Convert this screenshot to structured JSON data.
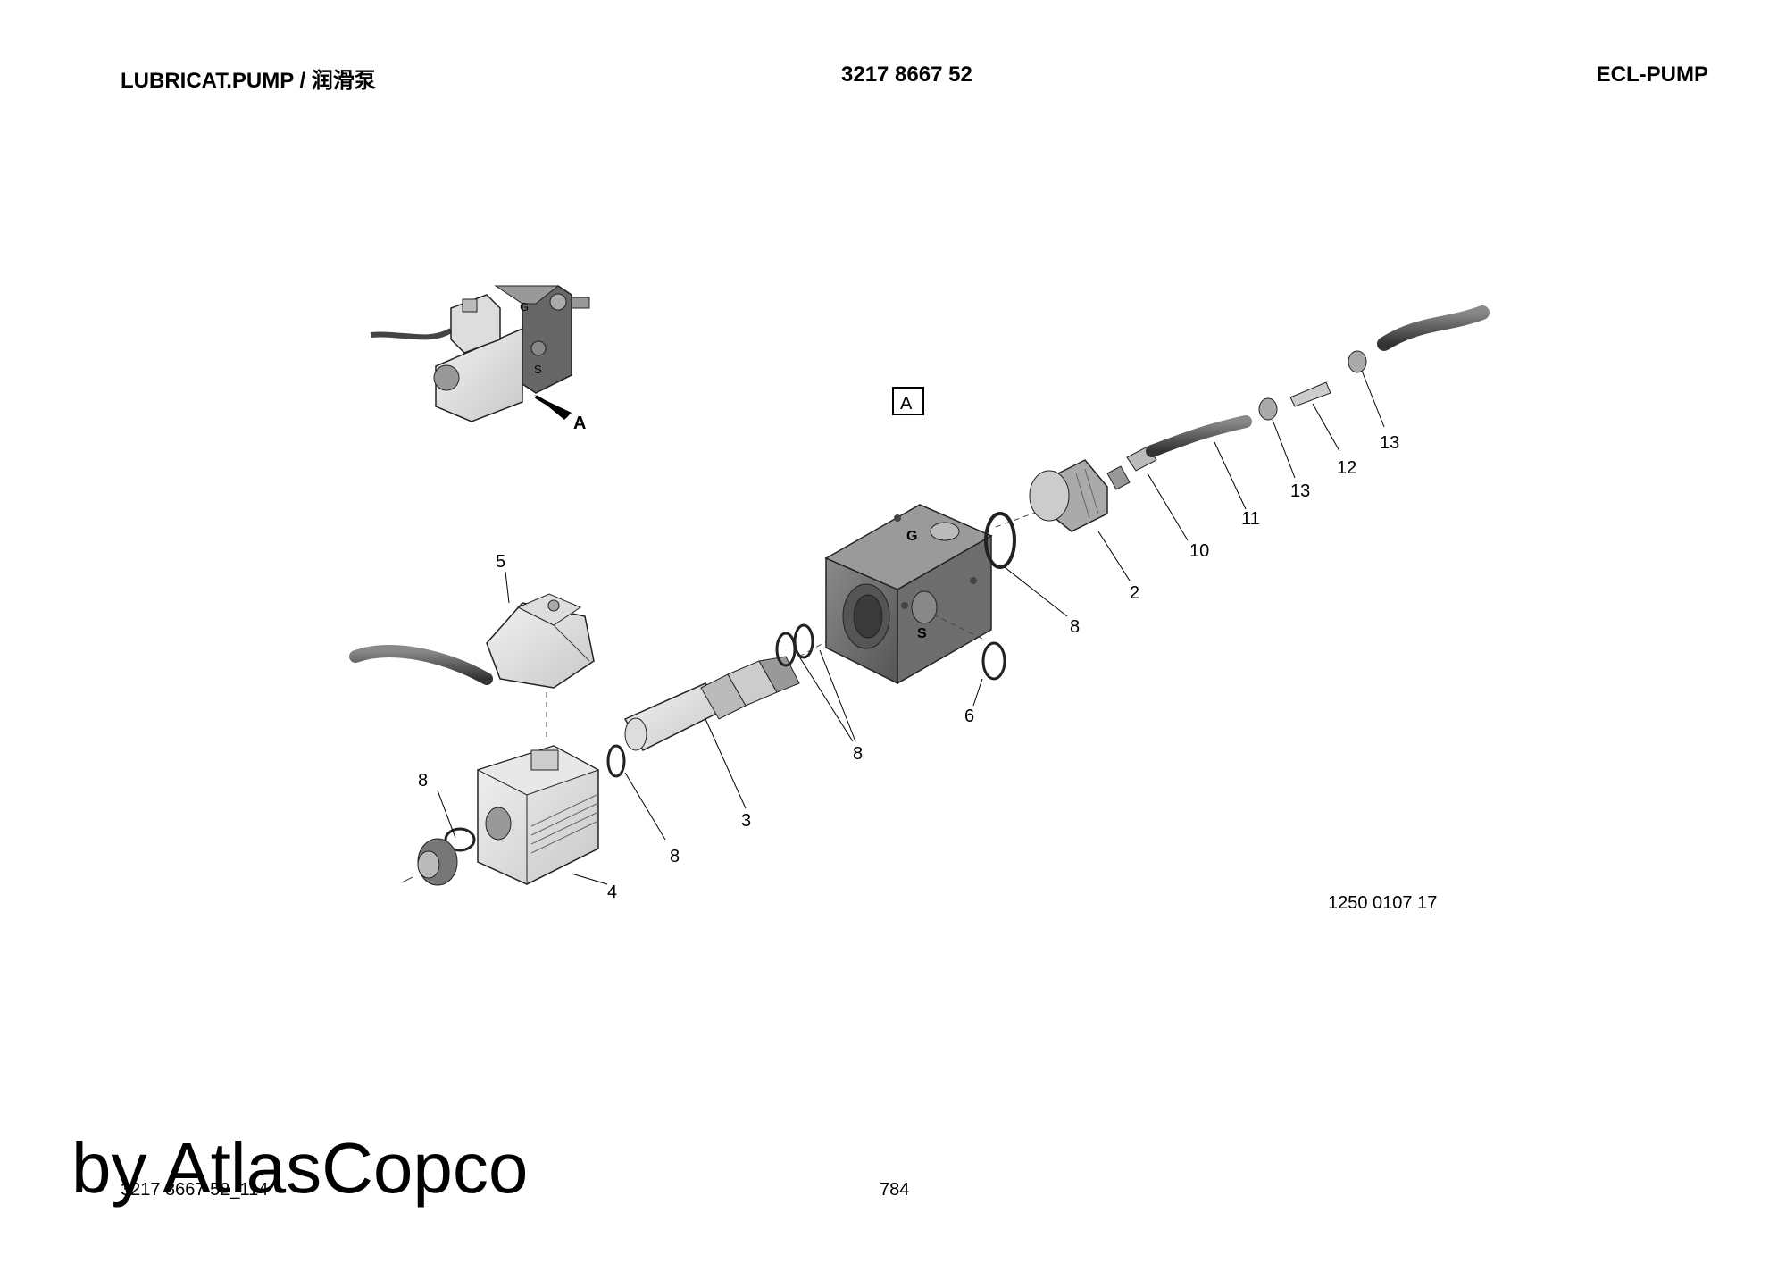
{
  "header": {
    "left": "LUBRICAT.PUMP / 润滑泵",
    "center": "3217 8667 52",
    "right": "ECL-PUMP"
  },
  "view_label": "A",
  "inset": {
    "arrow_label": "A",
    "port_g": "G",
    "port_s": "S"
  },
  "block_ports": {
    "g": "G",
    "s": "S"
  },
  "callouts": {
    "c2": "2",
    "c3": "3",
    "c4": "4",
    "c5": "5",
    "c6": "6",
    "c8a": "8",
    "c8b": "8",
    "c8c": "8",
    "c8d": "8",
    "c10": "10",
    "c11": "11",
    "c12": "12",
    "c13a": "13",
    "c13b": "13"
  },
  "drawing_number": "1250 0107 17",
  "footer": {
    "code": "3217 8667 52_114",
    "page": "784"
  },
  "watermark": "by AtlasCopco"
}
